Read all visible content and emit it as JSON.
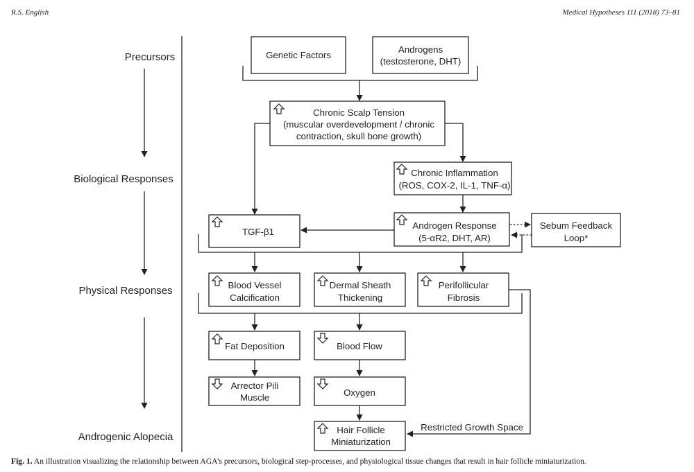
{
  "header": {
    "left": "R.S. English",
    "right": "Medical Hypotheses 111 (2018) 73–81"
  },
  "stages": {
    "precursors": "Precursors",
    "biological": "Biological Responses",
    "physical": "Physical Responses",
    "alopecia": "Androgenic Alopecia"
  },
  "boxes": {
    "genetic": "Genetic Factors",
    "androgens": [
      "Androgens",
      "(testosterone, DHT)"
    ],
    "tension": [
      "Chronic Scalp Tension",
      "(muscular overdevelopment / chronic",
      "contraction, skull bone growth)"
    ],
    "inflammation": [
      "Chronic Inflammation",
      "(ROS, COX-2, IL-1, TNF-α)"
    ],
    "tgf": "TGF-β1",
    "androgen_response": [
      "Androgen Response",
      "(5-αR2, DHT, AR)"
    ],
    "sebum": [
      "Sebum Feedback",
      "Loop*"
    ],
    "calcification": [
      "Blood Vessel",
      "Calcification"
    ],
    "dermal": [
      "Dermal Sheath",
      "Thickening"
    ],
    "fibrosis": [
      "Perifollicular",
      "Fibrosis"
    ],
    "fat": "Fat Deposition",
    "bloodflow": "Blood Flow",
    "arrector": [
      "Arrector Pili",
      "Muscle"
    ],
    "oxygen": "Oxygen",
    "miniaturization": [
      "Hair Follicle",
      "Miniaturization"
    ],
    "restricted": "Restricted Growth Space"
  },
  "icons": {
    "increase": "up-arrow-icon",
    "decrease": "down-arrow-icon"
  },
  "caption": {
    "label": "Fig. 1.",
    "text": "An illustration visualizing the relationship between AGA’s precursors, biological step-processes, and physiological tissue changes that result in hair follicle miniaturization."
  }
}
